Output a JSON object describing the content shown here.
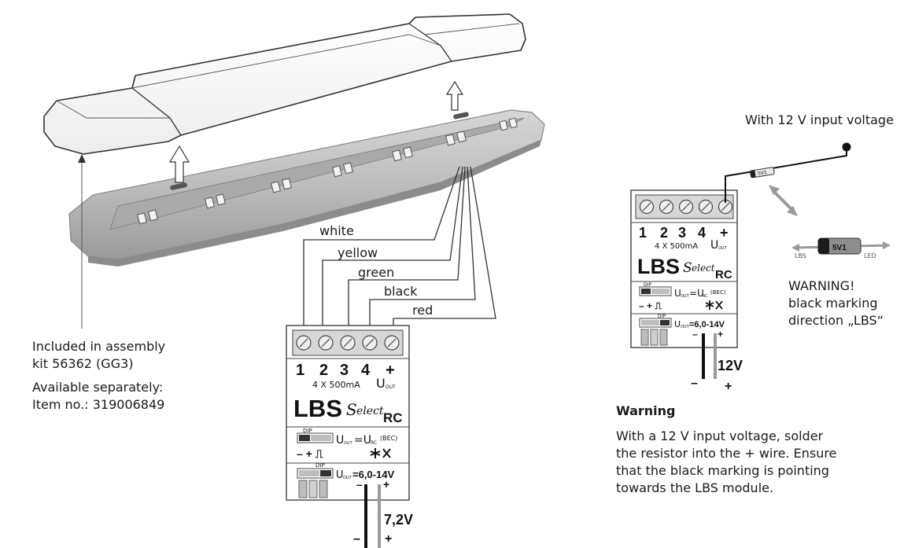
{
  "light_bar": {
    "note_included": "Included in assembly",
    "note_kit": "kit 56362 (GG3)",
    "note_available": "Available separately:",
    "note_item": "Item no.: 319006849"
  },
  "wires": {
    "white": "white",
    "yellow": "yellow",
    "green": "green",
    "black": "black",
    "red": "red"
  },
  "module": {
    "t1": "1",
    "t2": "2",
    "t3": "3",
    "t4": "4",
    "tplus": "+",
    "spec": "4 X 500mA",
    "uout": "U",
    "uout_sub": "OUT",
    "brand_big": "LBS",
    "brand_script": "elect",
    "brand_s": "S",
    "brand_rc": "RC",
    "dip": "DIP",
    "eq1_u": "U",
    "eq1_sub": "OUT",
    "eq1_eq": "=U",
    "eq1_sub2": "RC",
    "eq1_bec": "(BEC)",
    "pulse": "– + ⎍",
    "eq2_u": "U",
    "eq2_sub": "OUT",
    "eq2_val": "=6,0-14V",
    "minus": "–",
    "plus": "+"
  },
  "left_supply": {
    "voltage": "7,2V",
    "minus": "–",
    "plus": "+"
  },
  "right_supply": {
    "heading": "With 12 V input voltage",
    "voltage": "12V",
    "minus": "–",
    "plus": "+",
    "resistor_small": "5V1",
    "resistor_label": "5V1",
    "lbs": "LBS",
    "led": "LED",
    "warn1": "WARNING!",
    "warn2": "black marking",
    "warn3": "direction „LBS“"
  },
  "warning": {
    "title": "Warning",
    "line1": "With a 12 V input voltage, solder",
    "line2": "the resistor into the + wire. Ensure",
    "line3": "that the black marking is pointing",
    "line4": "towards the LBS module."
  }
}
